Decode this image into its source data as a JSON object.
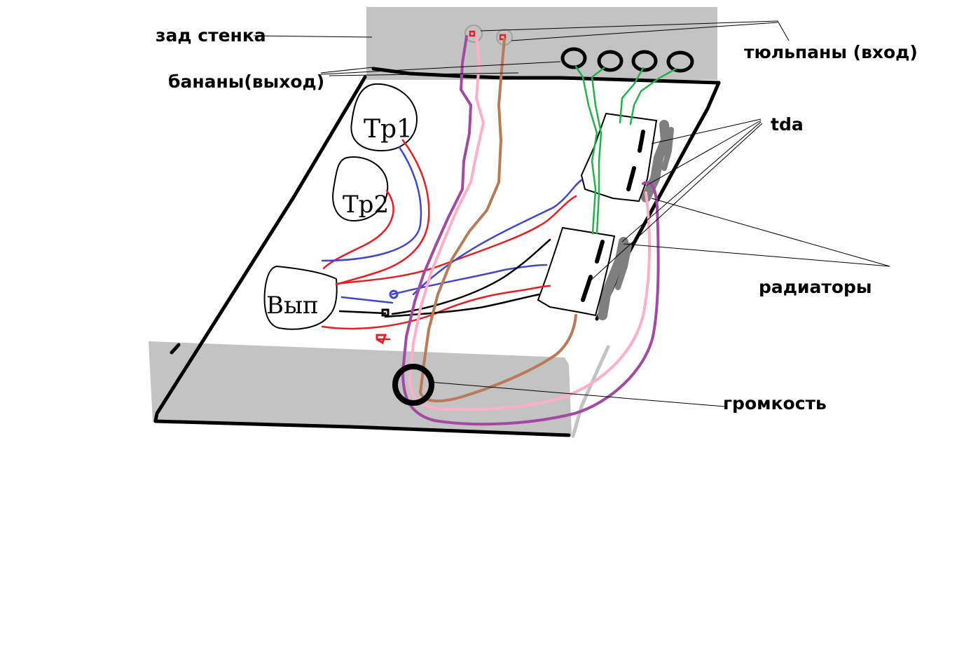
{
  "labels": {
    "back_wall": "зад стенка",
    "rca_inputs": "тюльпаны (вход)",
    "banana_outputs": "бананы(выход)",
    "tda": "tda",
    "radiators": "радиаторы",
    "volume": "громкость"
  },
  "components": {
    "transformer_1": "Тр1",
    "transformer_2": "Тр2",
    "rectifier": "Вып"
  },
  "colors": {
    "chassis_gray": "#c3c3c3",
    "outline": "#000000",
    "wire_red": "#ed1c24",
    "wire_blue": "#3f48cc",
    "wire_black": "#000000",
    "wire_green": "#22b14c",
    "wire_purple": "#a349a4",
    "wire_pink": "#ffaec9",
    "wire_brown": "#b97a57",
    "radiator_gray": "#7f7f7f",
    "pointer_line": "#000000"
  }
}
